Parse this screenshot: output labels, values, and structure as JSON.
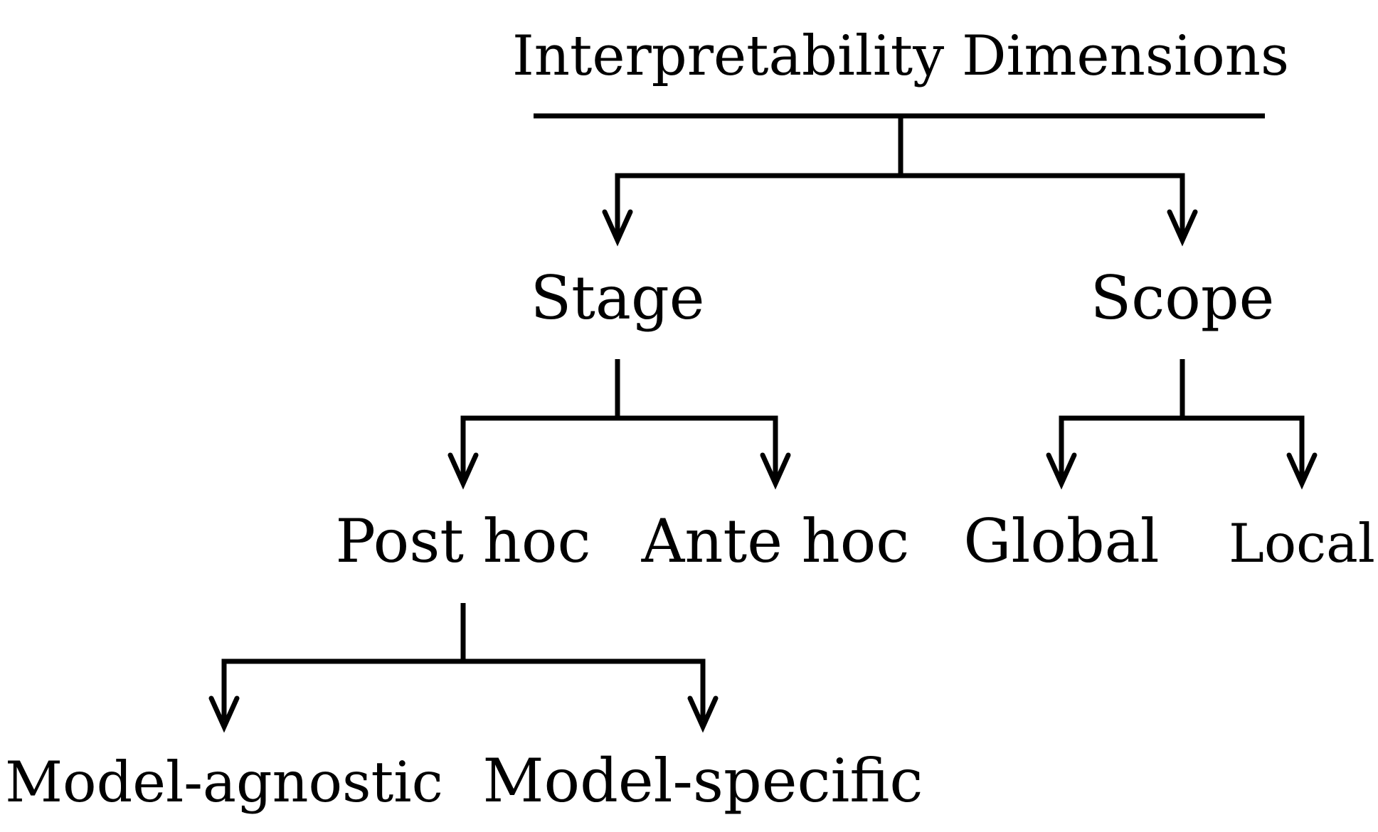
{
  "diagram": {
    "root": {
      "label": "Interpretability Dimensions",
      "children": [
        {
          "label": "Stage",
          "children": [
            {
              "label": "Post hoc",
              "children": [
                {
                  "label": "Model-agnostic"
                },
                {
                  "label": "Model-specific"
                }
              ]
            },
            {
              "label": "Ante hoc"
            }
          ]
        },
        {
          "label": "Scope",
          "children": [
            {
              "label": "Global"
            },
            {
              "label": "Local"
            }
          ]
        }
      ]
    },
    "colors": {
      "line": "#000000",
      "text": "#000000",
      "background": "#ffffff"
    }
  }
}
